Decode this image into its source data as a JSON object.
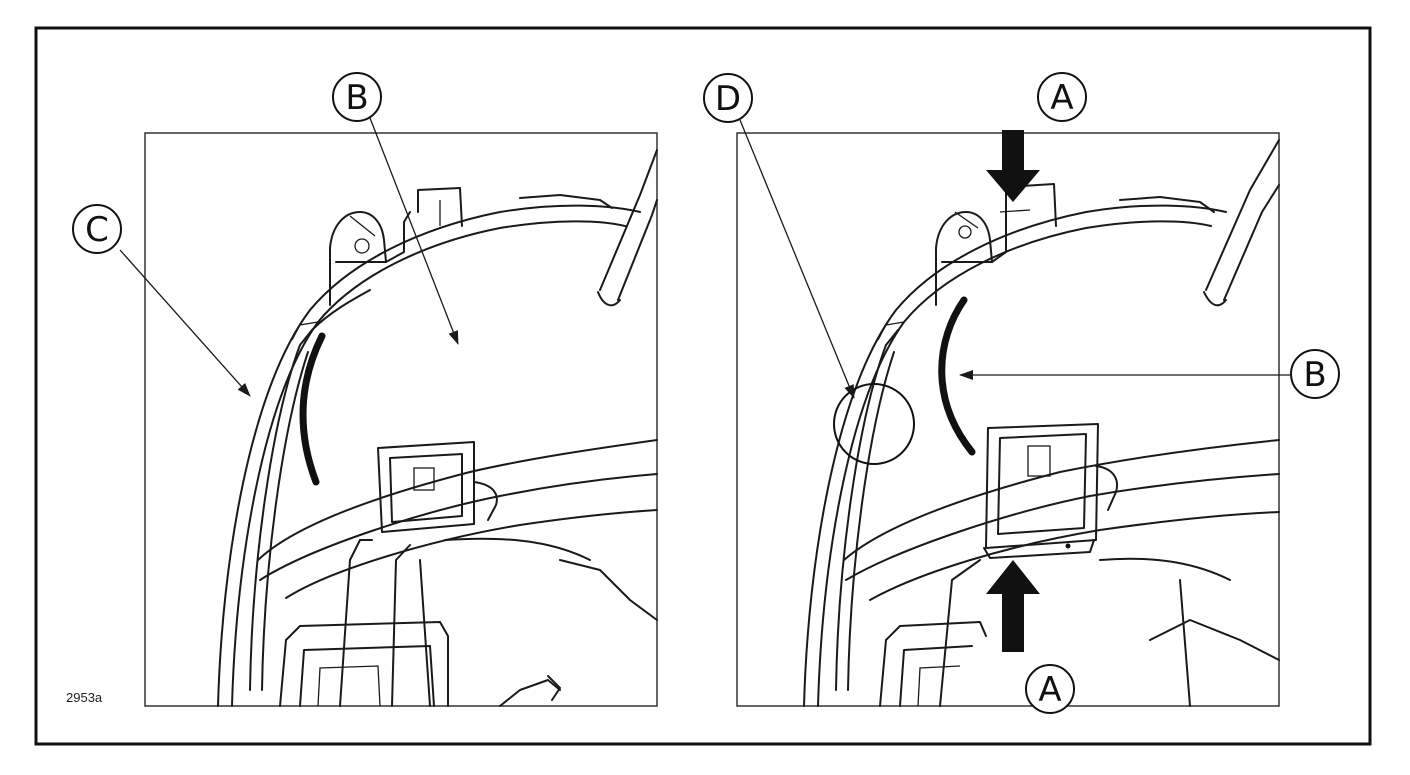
{
  "figure": {
    "code": "2953a",
    "left_panel": {
      "callouts": [
        {
          "id": "left-callout-b",
          "letter": "B"
        },
        {
          "id": "left-callout-c",
          "letter": "C"
        }
      ]
    },
    "right_panel": {
      "callouts": [
        {
          "id": "right-callout-d",
          "letter": "D"
        },
        {
          "id": "right-callout-a-top",
          "letter": "A"
        },
        {
          "id": "right-callout-b",
          "letter": "B"
        },
        {
          "id": "right-callout-a-bottom",
          "letter": "A"
        }
      ]
    }
  }
}
